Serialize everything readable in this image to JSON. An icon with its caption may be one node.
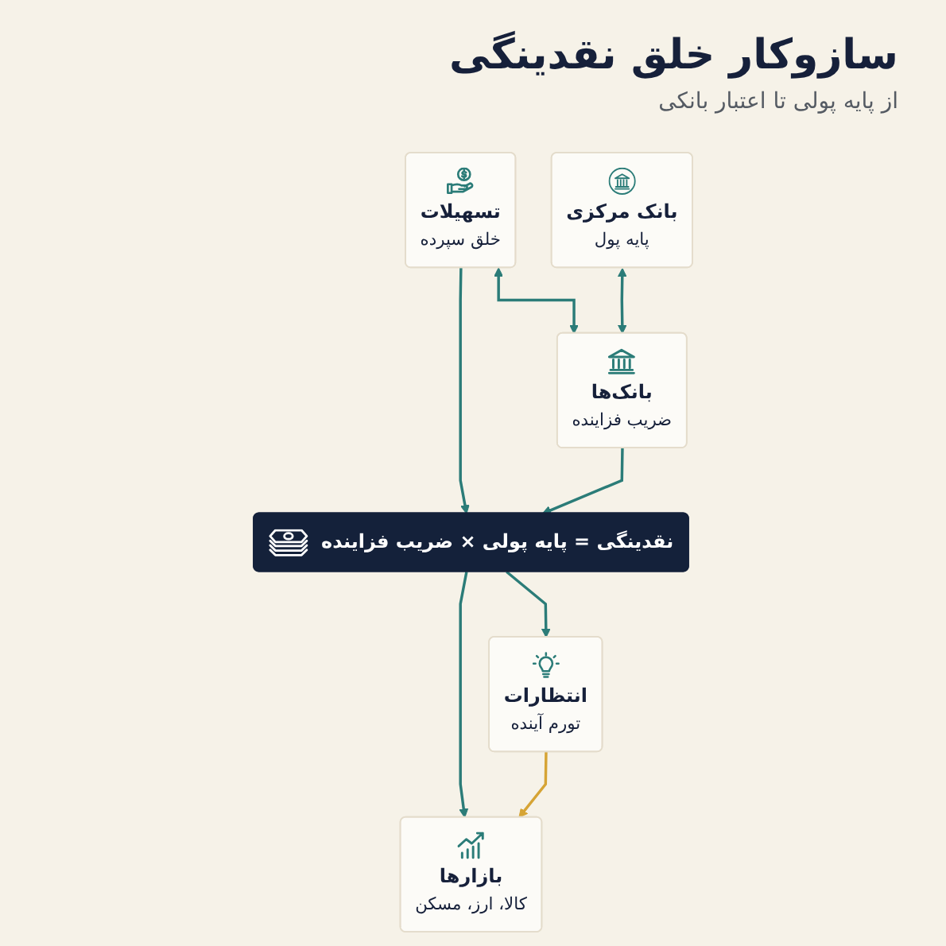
{
  "diagram": {
    "title": "سازوکار خلق نقدینگی",
    "nodes": [
      {
        "text": [
          "بانک مرکزی",
          "پایه پول"
        ]
      },
      {
        "text": [
          "تسهیلات",
          "خلق سپرده"
        ]
      },
      {
        "text": [
          "بانک‌ها",
          "ضریب فزاینده"
        ]
      },
      {
        "text": [
          "نقدینگی = پایه پولی × ضریب فزاینده"
        ]
      },
      {
        "text": [
          "انتظارات",
          "تورم آینده"
        ]
      },
      {
        "text": [
          "بازارها",
          "کالا، ارز، مسکن"
        ]
      }
    ],
    "edges": [
      {
        "from": 0,
        "to": 2,
        "arrow": "both"
      },
      {
        "from": 1,
        "to": 2,
        "arrow": "both"
      },
      {
        "from": 1,
        "to": 3,
        "arrow": "to"
      },
      {
        "from": 2,
        "to": 3,
        "arrow": "to"
      },
      {
        "from": 3,
        "to": 4,
        "arrow": "to"
      },
      {
        "from": 3,
        "to": 5,
        "arrow": "to"
      },
      {
        "from": 4,
        "to": 5,
        "arrow": "to",
        "color": "#d6a435"
      }
    ],
    "labels": [
      "از پایه پولی تا اعتبار بانکی"
    ]
  }
}
